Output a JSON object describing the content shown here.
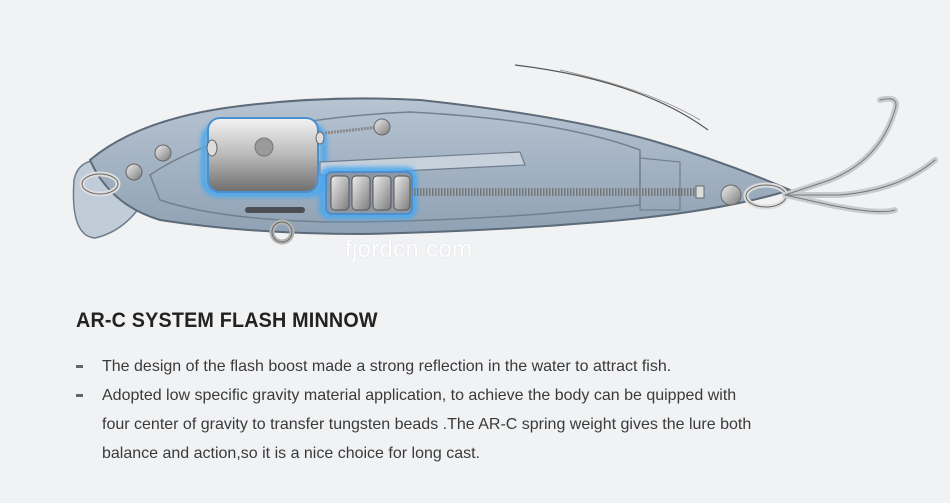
{
  "watermark": "fjordcn.com",
  "product": {
    "title": "AR-C SYSTEM FLASH MINNOW",
    "features": [
      "The design of the flash boost made a strong reflection in the water to attract fish.",
      "Adopted low specific gravity material application, to achieve the body can be quipped with four center of gravity to transfer tungsten beads .The AR-C spring weight gives the lure both balance and action,so it is a nice choice for long cast."
    ]
  },
  "colors": {
    "background": "#f1f2f4",
    "body_fill": "#9fb0c2",
    "body_stroke": "#5d6a78",
    "glow": "#4aa8f0"
  }
}
